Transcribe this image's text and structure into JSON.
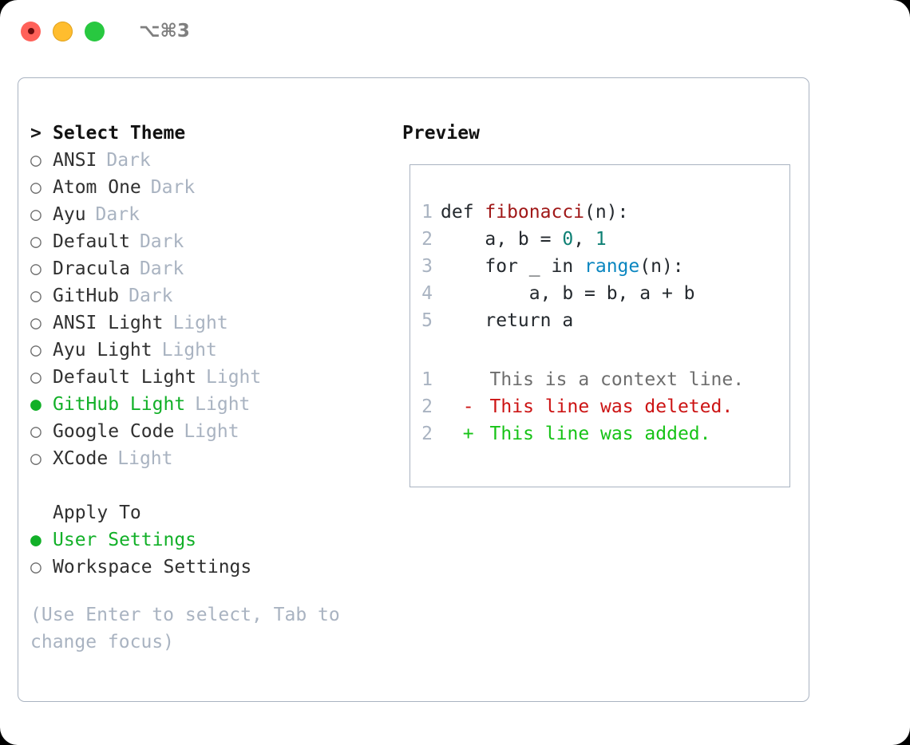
{
  "window": {
    "traffic_lights": [
      "close-red",
      "minimize-yellow",
      "maximize-green"
    ],
    "shortcut": "⌥⌘3",
    "accent_green": "#12b028",
    "border_color": "#a9b3c1"
  },
  "left": {
    "header": {
      "marker": ">",
      "label": "Select Theme"
    },
    "themes": [
      {
        "marker": "○",
        "name": "ANSI",
        "variant": "Dark",
        "selected": false
      },
      {
        "marker": "○",
        "name": "Atom One",
        "variant": "Dark",
        "selected": false
      },
      {
        "marker": "○",
        "name": "Ayu",
        "variant": "Dark",
        "selected": false
      },
      {
        "marker": "○",
        "name": "Default",
        "variant": "Dark",
        "selected": false
      },
      {
        "marker": "○",
        "name": "Dracula",
        "variant": "Dark",
        "selected": false
      },
      {
        "marker": "○",
        "name": "GitHub",
        "variant": "Dark",
        "selected": false
      },
      {
        "marker": "○",
        "name": "ANSI Light",
        "variant": "Light",
        "selected": false
      },
      {
        "marker": "○",
        "name": "Ayu Light",
        "variant": "Light",
        "selected": false
      },
      {
        "marker": "○",
        "name": "Default Light",
        "variant": "Light",
        "selected": false
      },
      {
        "marker": "●",
        "name": "GitHub Light",
        "variant": "Light",
        "selected": true
      },
      {
        "marker": "○",
        "name": "Google Code",
        "variant": "Light",
        "selected": false
      },
      {
        "marker": "○",
        "name": "XCode",
        "variant": "Light",
        "selected": false
      }
    ],
    "apply_to": {
      "heading": "Apply To",
      "options": [
        {
          "marker": "●",
          "label": "User Settings",
          "selected": true
        },
        {
          "marker": "○",
          "label": "Workspace Settings",
          "selected": false
        }
      ]
    },
    "hint": "(Use Enter to select, Tab to change focus)"
  },
  "right": {
    "title": "Preview",
    "code_lines": [
      {
        "num": "1",
        "indent": "",
        "segments": [
          {
            "t": "def ",
            "k": "plain"
          },
          {
            "t": "fibonacci",
            "k": "func"
          },
          {
            "t": "(n):",
            "k": "plain"
          }
        ]
      },
      {
        "num": "2",
        "indent": "    ",
        "segments": [
          {
            "t": "a, b = ",
            "k": "plain"
          },
          {
            "t": "0",
            "k": "num"
          },
          {
            "t": ", ",
            "k": "plain"
          },
          {
            "t": "1",
            "k": "num"
          }
        ]
      },
      {
        "num": "3",
        "indent": "    ",
        "segments": [
          {
            "t": "for _ in ",
            "k": "plain"
          },
          {
            "t": "range",
            "k": "call"
          },
          {
            "t": "(n):",
            "k": "plain"
          }
        ]
      },
      {
        "num": "4",
        "indent": "        ",
        "segments": [
          {
            "t": "a, b = b, a + b",
            "k": "plain"
          }
        ]
      },
      {
        "num": "5",
        "indent": "    ",
        "segments": [
          {
            "t": "return a",
            "k": "plain"
          }
        ]
      }
    ],
    "diff_lines": [
      {
        "num": "1",
        "marker": " ",
        "text": "This is a context line.",
        "kind": "context"
      },
      {
        "num": "2",
        "marker": "-",
        "text": "This line was deleted.",
        "kind": "deleted"
      },
      {
        "num": "2",
        "marker": "+",
        "text": "This line was added.",
        "kind": "added"
      }
    ]
  }
}
